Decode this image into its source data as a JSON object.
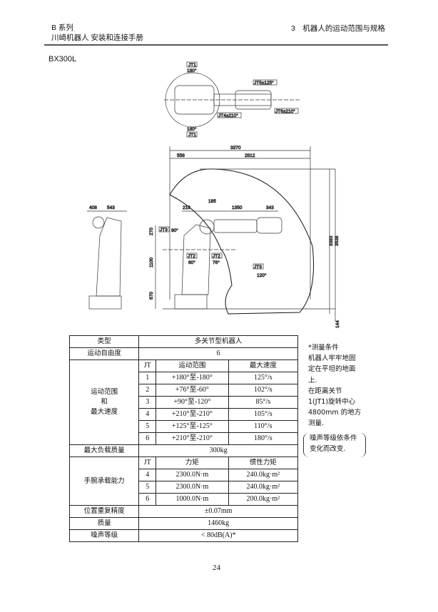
{
  "header": {
    "series": "B 系列",
    "manual": "川崎机器人 安装和连接手册",
    "chapter": "3　机器人的运动范围与规格"
  },
  "model": "BX300L",
  "drawing": {
    "top_view": {
      "jt1": "JT1",
      "angle_top": "180°",
      "angle_bottom": "180°",
      "jt1_bottom": "JT1",
      "jt5": "JT5±125°",
      "jt4": "JT4±210°",
      "jt6": "JT6±210°"
    },
    "side_view": {
      "dim_total": "3370",
      "dim_rear": "558",
      "dim_reach": "2812",
      "dim_210": "210",
      "dim_185": "185",
      "dim_1350": "1350",
      "dim_343": "343",
      "dim_270": "270",
      "dim_1100": "1100",
      "dim_670": "670",
      "dim_3383": "3383",
      "dim_3538": "3538",
      "dim_144": "144",
      "jt3_label": "JT3",
      "jt3_angle": "90°",
      "jt2_label_a": "JT2",
      "jt2_angle_a": "60°",
      "jt2_label_b": "JT2",
      "jt2_angle_b": "76°",
      "jt3_label_b": "JT3",
      "jt3_angle_b": "120°"
    },
    "front_view": {
      "dim_408": "408",
      "dim_543": "543"
    }
  },
  "spec_table": {
    "type_label": "类型",
    "type_value": "多关节型机器人",
    "dof_label": "运动自由度",
    "dof_value": "6",
    "motion_label_1": "运动范围",
    "motion_label_2": "和",
    "motion_label_3": "最大速度",
    "motion_headers": [
      "JT",
      "运动范围",
      "最大速度"
    ],
    "motion_rows": [
      [
        "1",
        "+180°至-180°",
        "125°/s"
      ],
      [
        "2",
        "+76°至-60°",
        "102°/s"
      ],
      [
        "3",
        "+90°至-120°",
        "85°/s"
      ],
      [
        "4",
        "+210°至-210°",
        "105°/s"
      ],
      [
        "5",
        "+125°至-125°",
        "110°/s"
      ],
      [
        "6",
        "+210°至-210°",
        "180°/s"
      ]
    ],
    "payload_label": "最大负载质量",
    "payload_value": "300kg",
    "wrist_label": "手腕承载能力",
    "wrist_headers": [
      "JT",
      "力矩",
      "惯性力矩"
    ],
    "wrist_rows": [
      [
        "4",
        "2300.0N·m",
        "240.0kg·m²"
      ],
      [
        "5",
        "2300.0N·m",
        "240.0kg·m²"
      ],
      [
        "6",
        "1000.0N·m",
        "200.0kg·m²"
      ]
    ],
    "repeat_label": "位置重复精度",
    "repeat_value": "±0.07mm",
    "mass_label": "质量",
    "mass_value": "1460kg",
    "noise_label": "噪声等级",
    "noise_value": "< 80dB(A)*"
  },
  "notes": {
    "lines": [
      "*测量条件",
      "机器人牢牢地固",
      "定在平坦的地面",
      "上.",
      "在距离关节",
      "1(JT1)旋转中心",
      "4800mm 的地方",
      "测量."
    ],
    "bracket": [
      "噪声等级依条件",
      "变化而改变."
    ]
  },
  "page_number": "24"
}
